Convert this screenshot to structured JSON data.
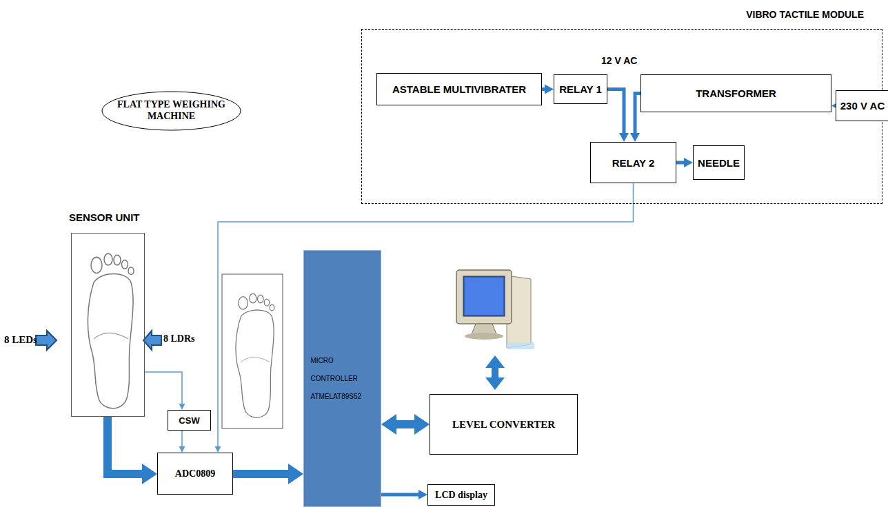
{
  "diagram": {
    "nodes": [
      {
        "text": [
          "VIBRO TACTILE MODULE"
        ]
      },
      {
        "text": [
          "ASTABLE MULTIVIBRATER"
        ],
        "in": 0
      },
      {
        "text": [
          "RELAY 1"
        ],
        "in": 0
      },
      {
        "text": [
          "TRANSFORMER"
        ],
        "in": 0
      },
      {
        "text": [
          "230 V AC"
        ],
        "in": 0
      },
      {
        "text": [
          "RELAY 2"
        ],
        "in": 0
      },
      {
        "text": [
          "NEEDLE"
        ],
        "in": 0
      },
      {
        "text": [
          "FLAT TYPE WEIGHING MACHINE"
        ]
      },
      {
        "text": [
          "SENSOR UNIT"
        ]
      },
      {
        "text": [
          "CSW"
        ]
      },
      {
        "text": [
          "ADC0809"
        ]
      },
      {
        "text": [
          "MICRO CONTROLLER ATMELAT89S52"
        ]
      },
      {
        "text": [
          "LEVEL CONVERTER"
        ]
      },
      {
        "text": [
          "LCD display"
        ]
      }
    ],
    "edges": [
      {
        "from": 1,
        "to": 2,
        "arrow": "to"
      },
      {
        "from": 4,
        "to": 3,
        "arrow": "to"
      },
      {
        "from": 2,
        "to": 5,
        "arrow": "to"
      },
      {
        "from": 3,
        "to": 5,
        "arrow": "to"
      },
      {
        "from": 5,
        "to": 6,
        "arrow": "to"
      },
      {
        "from": 5,
        "to": 10,
        "arrow": "to"
      },
      {
        "from": 8,
        "to": 9,
        "arrow": "to"
      },
      {
        "from": 9,
        "to": 10,
        "arrow": "to"
      },
      {
        "from": 8,
        "to": 10,
        "arrow": "to"
      },
      {
        "from": 10,
        "to": 11,
        "arrow": "to"
      },
      {
        "from": 11,
        "to": 12,
        "arrow": "both"
      },
      {
        "from": 11,
        "to": 13,
        "arrow": "to"
      }
    ],
    "labels": [
      "12 V AC",
      "8 LEDs",
      "8 LDRs"
    ]
  }
}
